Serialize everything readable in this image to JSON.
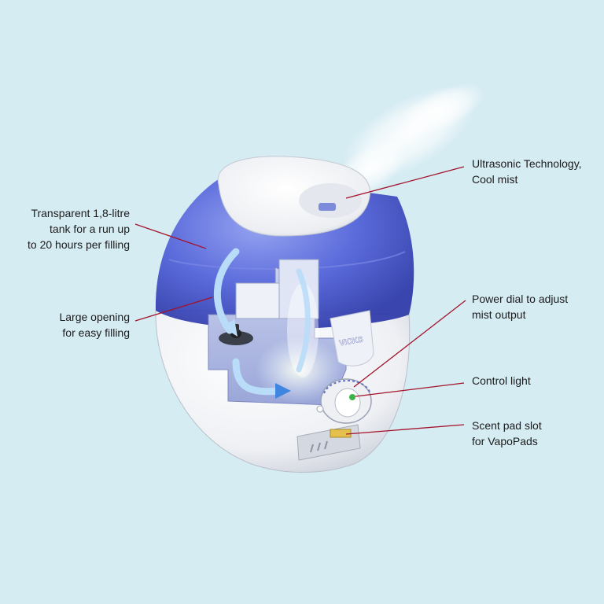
{
  "labels": {
    "ultrasonic": {
      "line1": "Ultrasonic Technology,",
      "line2": "Cool mist"
    },
    "tank": {
      "line1": "Transparent 1,8-litre",
      "line2": "tank for a run up",
      "line3": "to 20 hours per filling"
    },
    "opening": {
      "line1": "Large opening",
      "line2": "for easy filling"
    },
    "power_dial": {
      "line1": "Power dial to adjust",
      "line2": "mist output"
    },
    "control_light": {
      "line1": "Control light"
    },
    "scent_pad": {
      "line1": "Scent pad slot",
      "line2": "for VapoPads"
    }
  },
  "brand": {
    "logo_text": "VICKS"
  },
  "colors": {
    "background": "#d6ecf3",
    "leader_line": "#a3122a",
    "tank_blue": "#4a5bd6",
    "body_white": "#f2f3f5"
  }
}
